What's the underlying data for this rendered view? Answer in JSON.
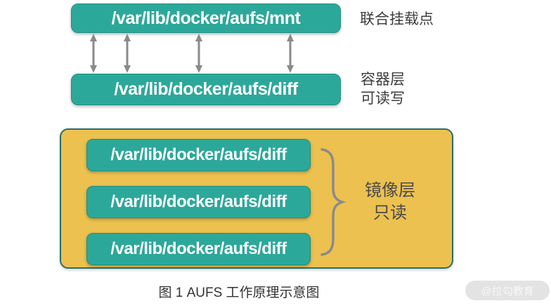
{
  "diagram": {
    "union_mount": {
      "path": "/var/lib/docker/aufs/mnt",
      "label": "联合挂载点"
    },
    "container_layer": {
      "path": "/var/lib/docker/aufs/diff",
      "label": "容器层\n可读写"
    },
    "image_layers": {
      "items": [
        "/var/lib/docker/aufs/diff",
        "/var/lib/docker/aufs/diff",
        "/var/lib/docker/aufs/diff"
      ],
      "label": "镜像层\n只读"
    },
    "arrows_count": 4
  },
  "caption": "图 1 AUFS 工作原理示意图",
  "watermark": "@拉勾教育",
  "colors": {
    "teal": "#2ca89a",
    "teal_border": "#1d8f83",
    "yellow": "#ecc14f",
    "yellow_border": "#2a6f68",
    "arrow_gray": "#8a8a8a",
    "box_text": "#ffffff",
    "label_text": "#3d3d3d",
    "image_label_text": "#4a4a4a",
    "caption_text": "#333333",
    "watermark_bg": "#e3e3e3",
    "watermark_text": "#f7f7f7"
  }
}
